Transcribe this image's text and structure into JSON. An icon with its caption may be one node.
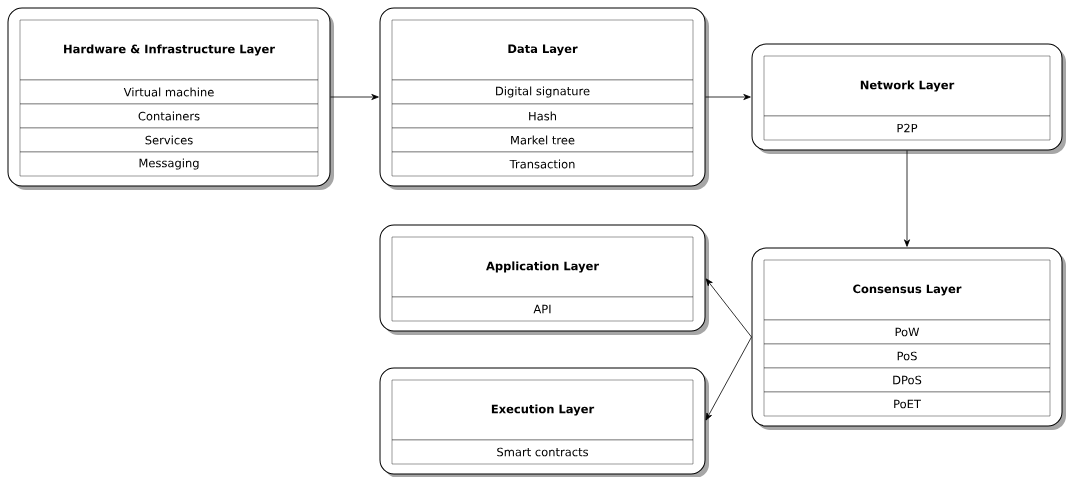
{
  "diagram": {
    "nodes": [
      {
        "text": [
          "Hardware & Infrastructure Layer",
          "Virtual machine",
          "Containers",
          "Services",
          "Messaging"
        ]
      },
      {
        "text": [
          "Data Layer",
          "Digital signature",
          "Hash",
          "Markel tree",
          "Transaction"
        ]
      },
      {
        "text": [
          "Network Layer",
          "P2P"
        ]
      },
      {
        "text": [
          "Application Layer",
          "API"
        ]
      },
      {
        "text": [
          "Consensus Layer",
          "PoW",
          "PoS",
          "DPoS",
          "PoET"
        ]
      },
      {
        "text": [
          "Execution Layer",
          "Smart contracts"
        ]
      }
    ],
    "edges": [
      {
        "from": 0,
        "to": 1,
        "arrow": "to"
      },
      {
        "from": 1,
        "to": 2,
        "arrow": "to"
      },
      {
        "from": 2,
        "to": 4,
        "arrow": "to"
      },
      {
        "from": 4,
        "to": 3,
        "arrow": "to"
      },
      {
        "from": 4,
        "to": 5,
        "arrow": "to"
      }
    ]
  }
}
